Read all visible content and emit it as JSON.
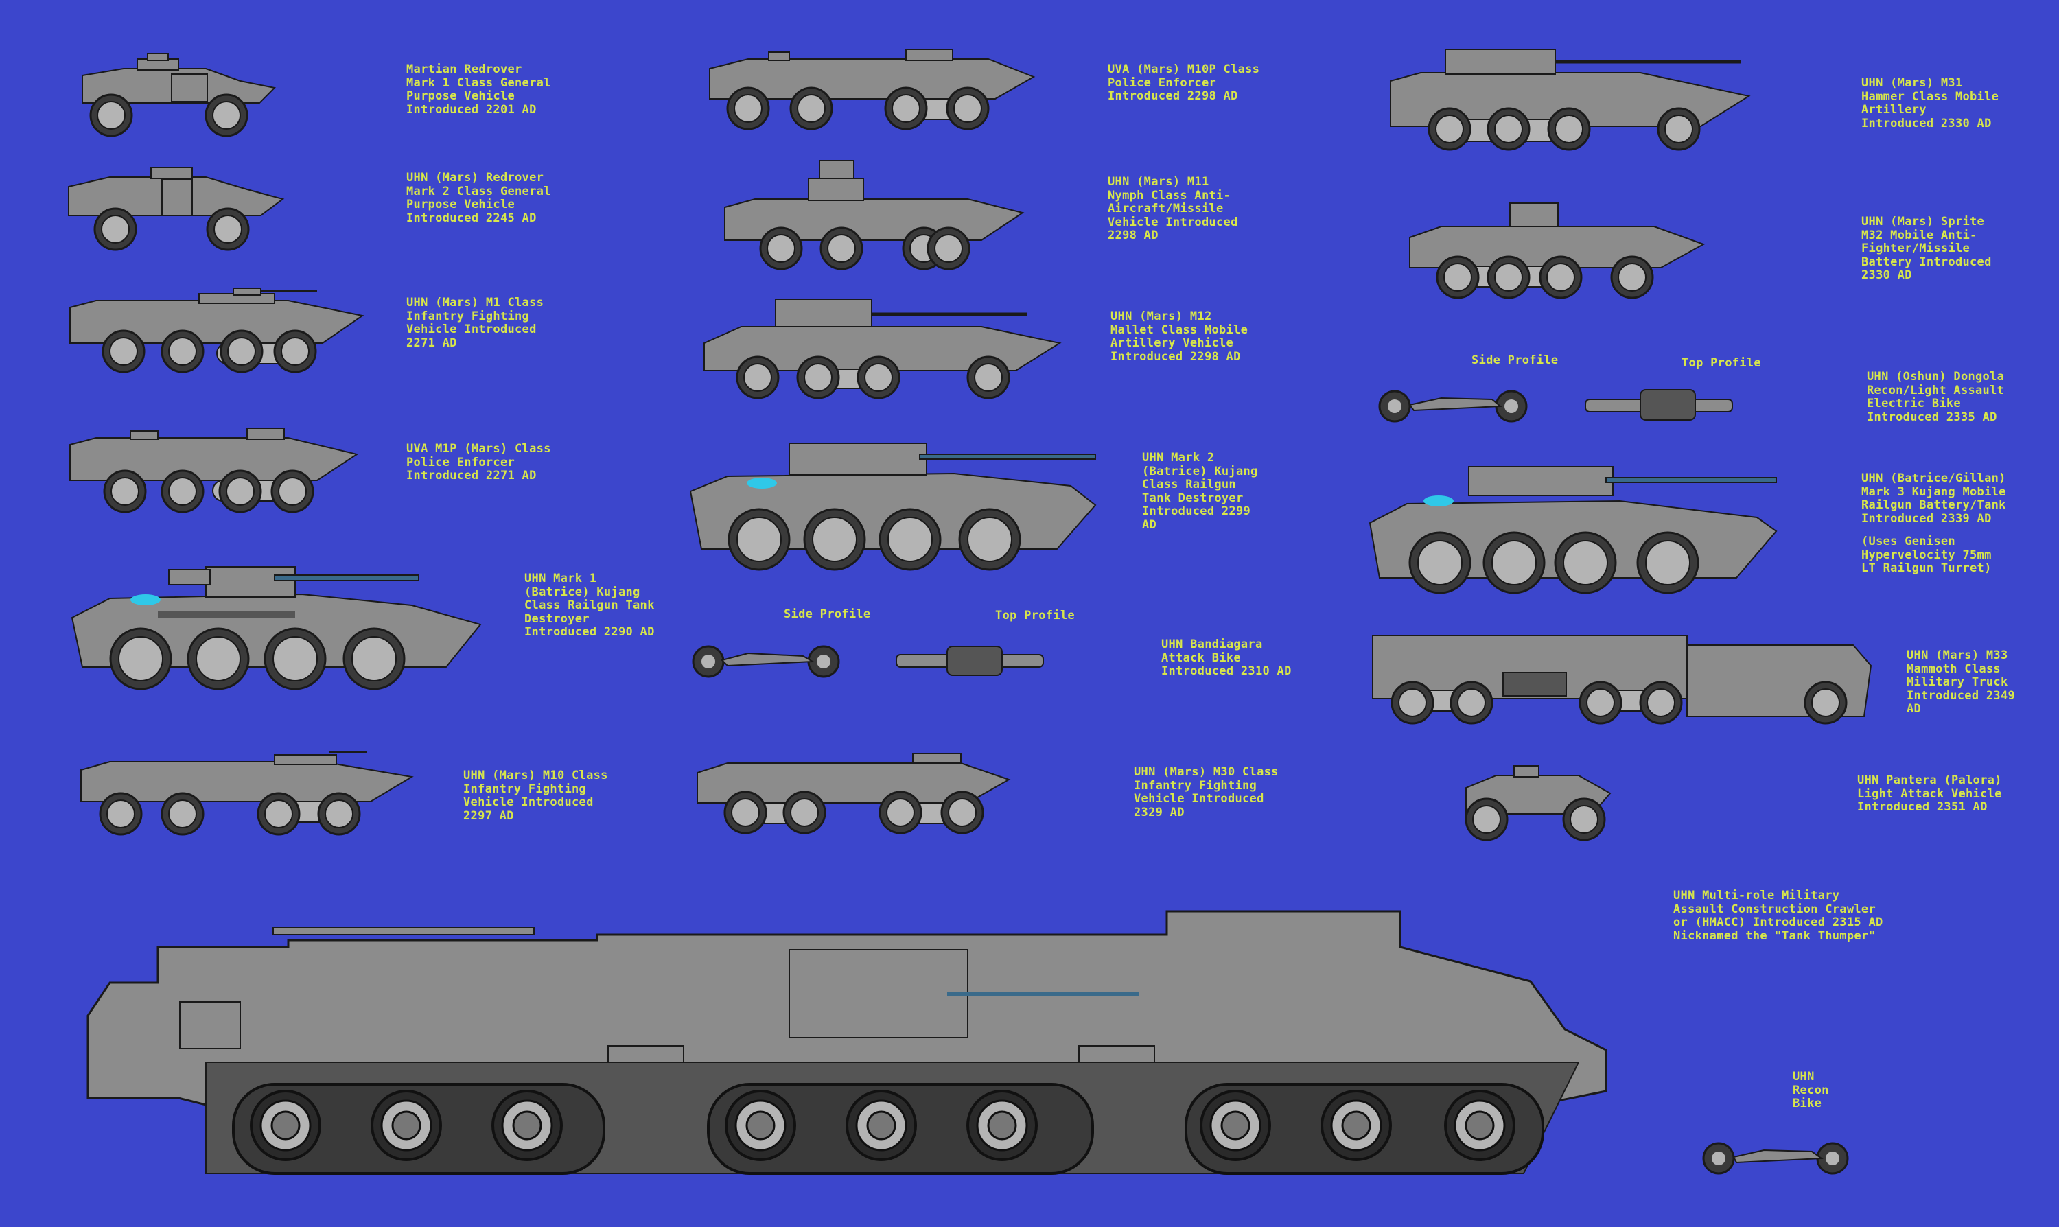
{
  "background_color": "#3c46cc",
  "label_color": "#d8e64a",
  "vehicle_colors": {
    "hull": "#8c8c8c",
    "shadow": "#555555",
    "wheel": "#3a3a3a",
    "hub": "#b4b4b4",
    "line": "#1a1a1a",
    "cyan_dome": "#2fc8e8",
    "barrel_stripe": "#3a6a8a"
  },
  "labels": {
    "redrover1": [
      "Martian Redrover",
      "Mark 1 Class General",
      "Purpose Vehicle",
      "Introduced 2201 AD"
    ],
    "redrover2": [
      "UHN (Mars) Redrover",
      "Mark 2 Class General",
      "Purpose Vehicle",
      "Introduced 2245 AD"
    ],
    "m1": [
      "UHN (Mars) M1 Class",
      "Infantry Fighting",
      "Vehicle Introduced",
      "2271 AD"
    ],
    "m1p": [
      "UVA M1P (Mars) Class",
      "Police Enforcer",
      "Introduced 2271 AD"
    ],
    "kujang1": [
      "UHN Mark 1",
      "(Batrice) Kujang",
      "Class Railgun Tank",
      "Destroyer",
      "Introduced 2290 AD"
    ],
    "m10": [
      "UHN (Mars) M10 Class",
      "Infantry Fighting",
      "Vehicle Introduced",
      "2297 AD"
    ],
    "m10p": [
      "UVA (Mars) M10P Class",
      "Police Enforcer",
      "Introduced 2298 AD"
    ],
    "m11": [
      "UHN (Mars) M11",
      "Nymph Class Anti-",
      "Aircraft/Missile",
      "Vehicle Introduced",
      "2298 AD"
    ],
    "m12": [
      "UHN (Mars) M12",
      "Mallet Class Mobile",
      "Artillery Vehicle",
      "Introduced 2298 AD"
    ],
    "kujang2": [
      "UHN Mark 2",
      "(Batrice) Kujang",
      "Class Railgun",
      "Tank Destroyer",
      "Introduced 2299",
      "AD"
    ],
    "bandiagara": [
      "UHN Bandiagara",
      "Attack Bike",
      "Introduced 2310 AD"
    ],
    "m30": [
      "UHN (Mars) M30 Class",
      "Infantry Fighting",
      "Vehicle Introduced",
      "2329 AD"
    ],
    "m31": [
      "UHN (Mars) M31",
      "Hammer Class Mobile",
      "Artillery",
      "Introduced 2330 AD"
    ],
    "m32": [
      "UHN (Mars) Sprite",
      "M32 Mobile Anti-",
      "Fighter/Missile",
      "Battery Introduced",
      "2330 AD"
    ],
    "dongola": [
      "UHN (Oshun) Dongola",
      "Recon/Light Assault",
      "Electric Bike",
      "Introduced 2335 AD"
    ],
    "kujang3": [
      "UHN (Batrice/Gillan)",
      "Mark 3 Kujang Mobile",
      "Railgun Battery/Tank",
      "Introduced 2339 AD"
    ],
    "kujang3_note": [
      "(Uses Genisen",
      "Hypervelocity 75mm",
      "LT Railgun Turret)"
    ],
    "m33": [
      "UHN (Mars) M33",
      "Mammoth Class",
      "Military Truck",
      "Introduced 2349",
      "AD"
    ],
    "pantera": [
      "UHN Pantera (Palora)",
      "Light Attack Vehicle",
      "Introduced 2351 AD"
    ],
    "hmacc": [
      "UHN Multi-role Military",
      "Assault Construction Crawler",
      "or (HMACC) Introduced 2315 AD",
      "Nicknamed the \"Tank Thumper\""
    ],
    "recon": [
      "UHN",
      "Recon",
      "Bike"
    ],
    "side_profile_1": "Side Profile",
    "top_profile_1": "Top Profile",
    "side_profile_2": "Side Profile",
    "top_profile_2": "Top Profile"
  }
}
